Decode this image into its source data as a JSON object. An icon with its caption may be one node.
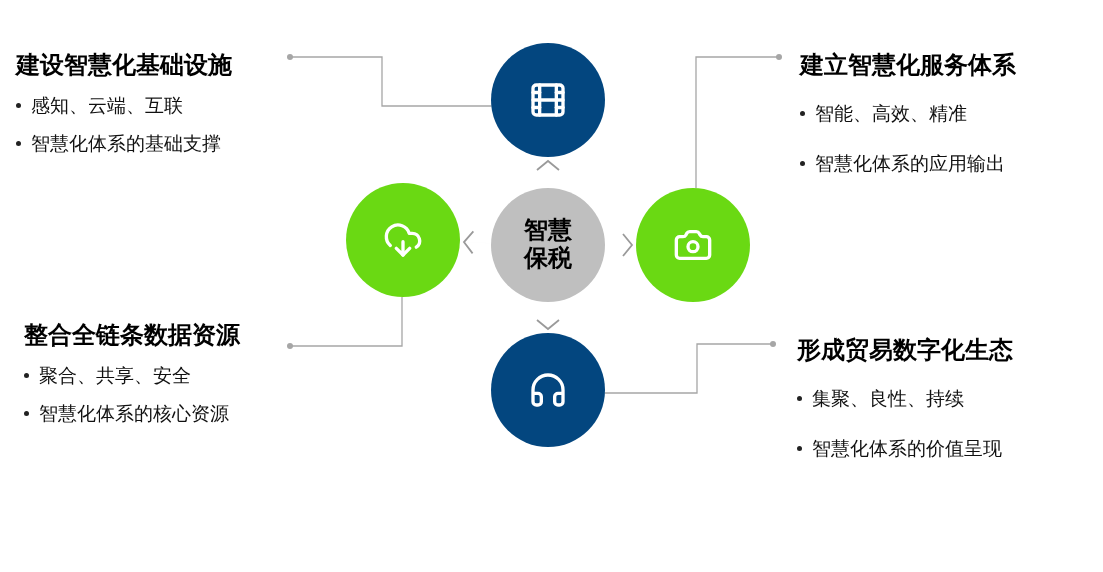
{
  "diagram": {
    "nodes": [
      {
        "text": [
          "智慧保税"
        ]
      },
      {
        "text": [],
        "shape": "circle"
      },
      {
        "text": [],
        "shape": "circle"
      },
      {
        "text": [],
        "shape": "circle"
      },
      {
        "text": [],
        "shape": "circle"
      },
      {
        "text": [
          "建设智慧化基础设施",
          "感知、云端、互联",
          "智慧化体系的基础支撑"
        ]
      },
      {
        "text": [
          "建立智慧化服务体系",
          "智能、高效、精准",
          "智慧化体系的应用输出"
        ]
      },
      {
        "text": [
          "整合全链条数据资源",
          "聚合、共享、安全",
          "智慧化体系的核心资源"
        ]
      },
      {
        "text": [
          "形成贸易数字化生态",
          "集聚、良性、持续",
          "智慧化体系的价值呈现"
        ]
      }
    ],
    "edges": [
      {
        "from": 0,
        "to": 1,
        "arrow": "to"
      },
      {
        "from": 0,
        "to": 2,
        "arrow": "to"
      },
      {
        "from": 0,
        "to": 3,
        "arrow": "to"
      },
      {
        "from": 0,
        "to": 4,
        "arrow": "to"
      },
      {
        "from": 5,
        "to": 1,
        "arrow": "other"
      },
      {
        "from": 6,
        "to": 2,
        "arrow": "other"
      },
      {
        "from": 7,
        "to": 3,
        "arrow": "other"
      },
      {
        "from": 8,
        "to": 4,
        "arrow": "other"
      }
    ]
  }
}
